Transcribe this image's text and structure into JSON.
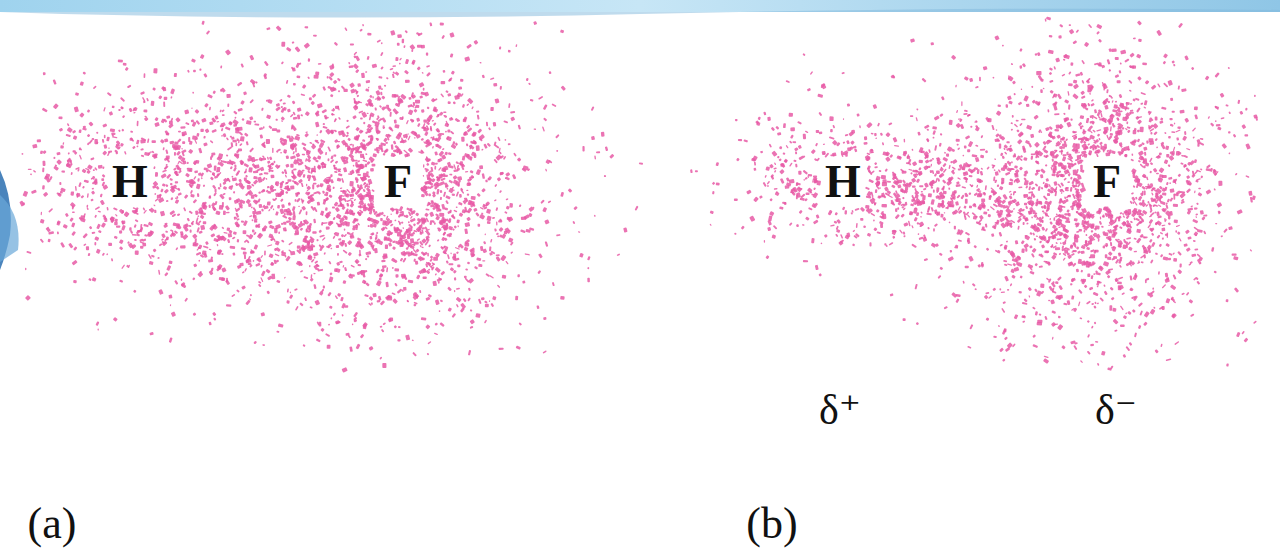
{
  "diagram": {
    "labels": [
      "H",
      "F",
      "(a)",
      "H",
      "F",
      "δ⁺",
      "δ⁻",
      "(b)"
    ]
  }
}
